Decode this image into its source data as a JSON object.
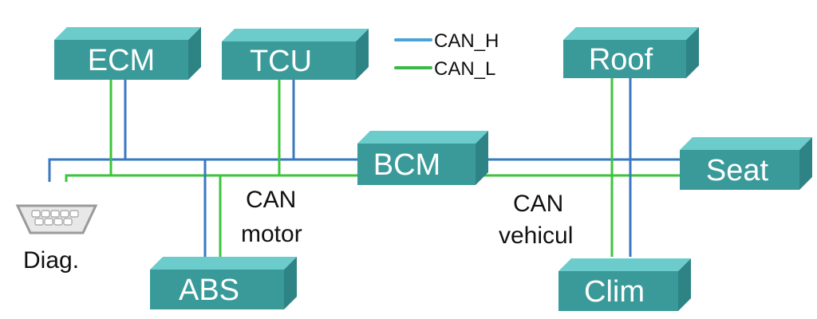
{
  "colors": {
    "can_h": "#3a78c0",
    "can_l": "#3cc43c",
    "node_front": "#3a9a9a",
    "node_top": "#6ccccc",
    "node_side": "#2e8484",
    "connector": "#9a9a9a"
  },
  "legend": {
    "items": [
      {
        "label": "CAN_H",
        "color": "#4aa3d6"
      },
      {
        "label": "CAN_L",
        "color": "#3cb84a"
      }
    ]
  },
  "nodes": {
    "ecm": "ECM",
    "tcu": "TCU",
    "abs": "ABS",
    "bcm": "BCM",
    "roof": "Roof",
    "seat": "Seat",
    "clim": "Clim"
  },
  "labels": {
    "can_motor_line1": "CAN",
    "can_motor_line2": "motor",
    "can_vehicul_line1": "CAN",
    "can_vehicul_line2": "vehicul",
    "diag": "Diag."
  }
}
